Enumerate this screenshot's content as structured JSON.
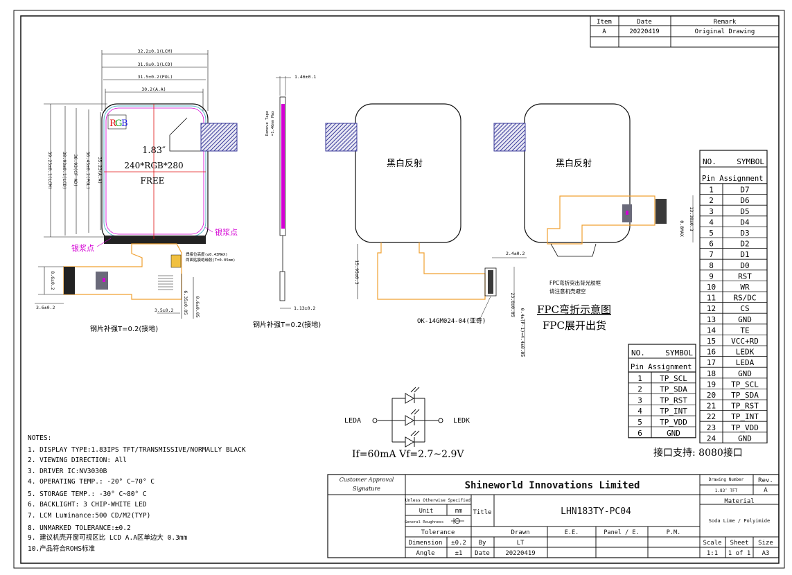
{
  "revision_table": {
    "headers": [
      "Item",
      "Date",
      "Remark"
    ],
    "row": [
      "A",
      "20220419",
      "Original Drawing"
    ]
  },
  "front_view": {
    "dims_horizontal": [
      "32.2±0.1(LCM)",
      "31.9±0.1(LCD)",
      "31.5±0.2(POL)",
      "30.2(A.A)"
    ],
    "dims_vertical": [
      "39.23±0.1(LCM)",
      "38.93±0.1(LCD)",
      "36.93(CF AD)",
      "36.43±0.2(POL)",
      "35.23(A.A)"
    ],
    "rgb_label": [
      "R",
      "G",
      "B"
    ],
    "size": "1.83″",
    "resolution": "240*RGB*280",
    "free": "FREE",
    "silver_paste_right": "银浆点",
    "silver_paste_left": "银浆点",
    "fpc_note_1": "焊接位高度(≤0.43MAX)",
    "fpc_note_2": "两面贴膜绝缘胶(T=0.05mm)",
    "fpc_width": "8.6±0.2",
    "fpc_offset": "3.6±0.2",
    "fpc_dim_a": "3.5±0.2",
    "fpc_dim_b": "6.35±0.05",
    "fpc_dim_c": "0.6±0.05",
    "stiffener": "钢片补强T=0.2(接地)"
  },
  "side_view": {
    "thickness_top": "1.46±0.1",
    "remove_tape": "Remove Tape",
    "tape_max": "=1.46mm Max",
    "thickness_bottom": "1.13±0.2",
    "stiffener": "钢片补强T=0.2(接地)"
  },
  "back_view_1": {
    "label": "黑白反射",
    "dim_vertical": "15.95±0.3",
    "connector": "OK-14GM024-04(亚奇)",
    "dim_a": "2.4±0.2",
    "dim_b": "23.0±0.05",
    "dim_c": "0.4±(P-1)=4.4±0.05"
  },
  "back_view_2": {
    "label": "黑白反射",
    "dim_a": "13.38±0.3",
    "dim_b": "0.8MAX",
    "note_1": "FPC弯折突出背光胶框",
    "note_2": "请注意机壳避空",
    "caption_1": "FPC弯折示意图",
    "caption_2": "FPC展开出货"
  },
  "pin_table_main": {
    "header_no": "NO.",
    "header_symbol": "SYMBOL",
    "subheader": "Pin Assignment",
    "rows": [
      [
        "1",
        "D7"
      ],
      [
        "2",
        "D6"
      ],
      [
        "3",
        "D5"
      ],
      [
        "4",
        "D4"
      ],
      [
        "5",
        "D3"
      ],
      [
        "6",
        "D2"
      ],
      [
        "7",
        "D1"
      ],
      [
        "8",
        "D0"
      ],
      [
        "9",
        "RST"
      ],
      [
        "10",
        "WR"
      ],
      [
        "11",
        "RS/DC"
      ],
      [
        "12",
        "CS"
      ],
      [
        "13",
        "GND"
      ],
      [
        "14",
        "TE"
      ],
      [
        "15",
        "VCC+RD"
      ],
      [
        "16",
        "LEDK"
      ],
      [
        "17",
        "LEDA"
      ],
      [
        "18",
        "GND"
      ],
      [
        "19",
        "TP_SCL"
      ],
      [
        "20",
        "TP_SDA"
      ],
      [
        "21",
        "TP_RST"
      ],
      [
        "22",
        "TP_INT"
      ],
      [
        "23",
        "TP_VDD"
      ],
      [
        "24",
        "GND"
      ]
    ]
  },
  "pin_table_tp": {
    "header_no": "NO.",
    "header_symbol": "SYMBOL",
    "subheader": "Pin Assignment",
    "rows": [
      [
        "1",
        "TP_SCL"
      ],
      [
        "2",
        "TP_SDA"
      ],
      [
        "3",
        "TP_RST"
      ],
      [
        "4",
        "TP_INT"
      ],
      [
        "5",
        "TP_VDD"
      ],
      [
        "6",
        "GND"
      ]
    ]
  },
  "led_circuit": {
    "anode": "LEDA",
    "cathode": "LEDK",
    "specs": "If=60mA  Vf=2.7~2.9V"
  },
  "interface": "接口支持: 8080接口",
  "notes": {
    "title": "NOTES:",
    "items": [
      "1. DISPLAY TYPE:1.83IPS TFT/TRANSMISSIVE/NORMALLY BLACK",
      "2. VIEWING DIRECTION: All",
      "3. DRIVER IC:NV3030B",
      "4. OPERATING TEMP.:   -20° C~70° C",
      "5. STORAGE TEMP.:   -30° C~80° C",
      "6. BACKLIGHT: 3 CHIP-WHITE LED",
      "7. LCM Luminance:500 CD/M2(TYP)",
      "8. UNMARKED TOLERANCE:±0.2",
      "9. 建议机壳开窗可视区比 LCD A.A区单边大 0.3mm",
      "10.产品符合ROHS标准"
    ]
  },
  "title_block": {
    "customer_approval": "Customer Approval Signature",
    "company": "Shineworld Innovations Limited",
    "drawing_number_label": "Drawing Number",
    "drawing_number": "1.83″ TFT",
    "rev_label": "Rev.",
    "rev": "A",
    "unless": "Unless Otherwise Specified",
    "unit_label": "Unit",
    "unit": "mm",
    "roughness": "General Roughness",
    "title_label": "Title",
    "title": "LHN183TY-PC04",
    "material_label": "Material",
    "material": "Soda Lime / Polyimide",
    "tolerance": "Tolerance",
    "drawn": "Drawn",
    "ee": "E.E.",
    "panel": "Panel / E.",
    "pm": "P.M.",
    "dimension_label": "Dimension",
    "dimension_tol": "±0.2",
    "by": "By",
    "by_value": "LT",
    "angle_label": "Angle",
    "angle_tol": "±1",
    "date_label": "Date",
    "date": "20220419",
    "scale_label": "Scale",
    "scale": "1:1",
    "sheet_label": "Sheet",
    "sheet": "1 of 1",
    "size_label": "Size",
    "size": "A3"
  },
  "colors": {
    "line": "#111111",
    "magenta": "#d400d4",
    "fpc": "#f0a030",
    "panel_blue": "#5a55b0",
    "red": "#e01010"
  }
}
